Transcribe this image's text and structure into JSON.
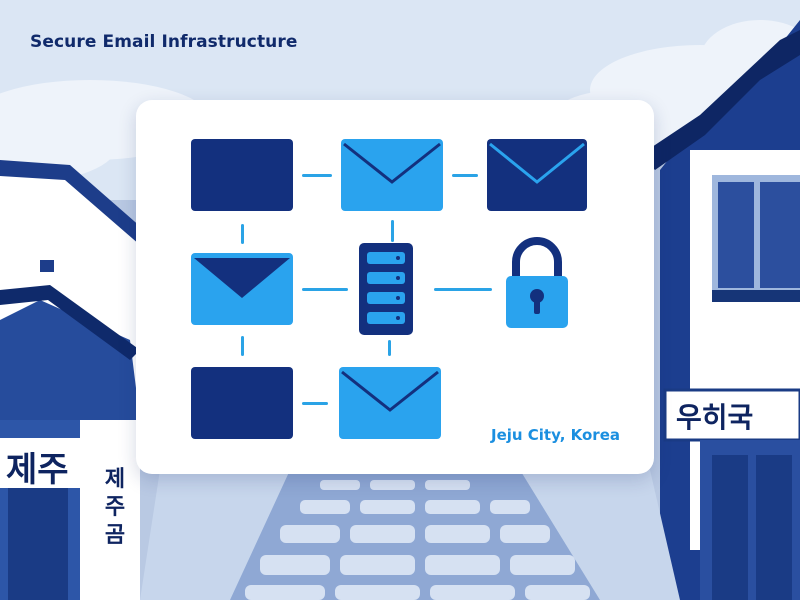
{
  "header": {
    "title": "Secure Email Infrastructure"
  },
  "card": {
    "location_caption": "Jeju City, Korea"
  },
  "signs": {
    "left_large": "제주",
    "left_vertical": [
      "제",
      "주",
      "곰"
    ],
    "right": "우히국"
  },
  "colors": {
    "navy": "#13307e",
    "bright_blue": "#2aa3ee",
    "connector": "#2aa3e6",
    "caption": "#1b8fe0",
    "sky": "#dbe6f4"
  },
  "icons": [
    "envelope-closed-icon",
    "envelope-open-icon",
    "server-icon",
    "padlock-icon"
  ]
}
